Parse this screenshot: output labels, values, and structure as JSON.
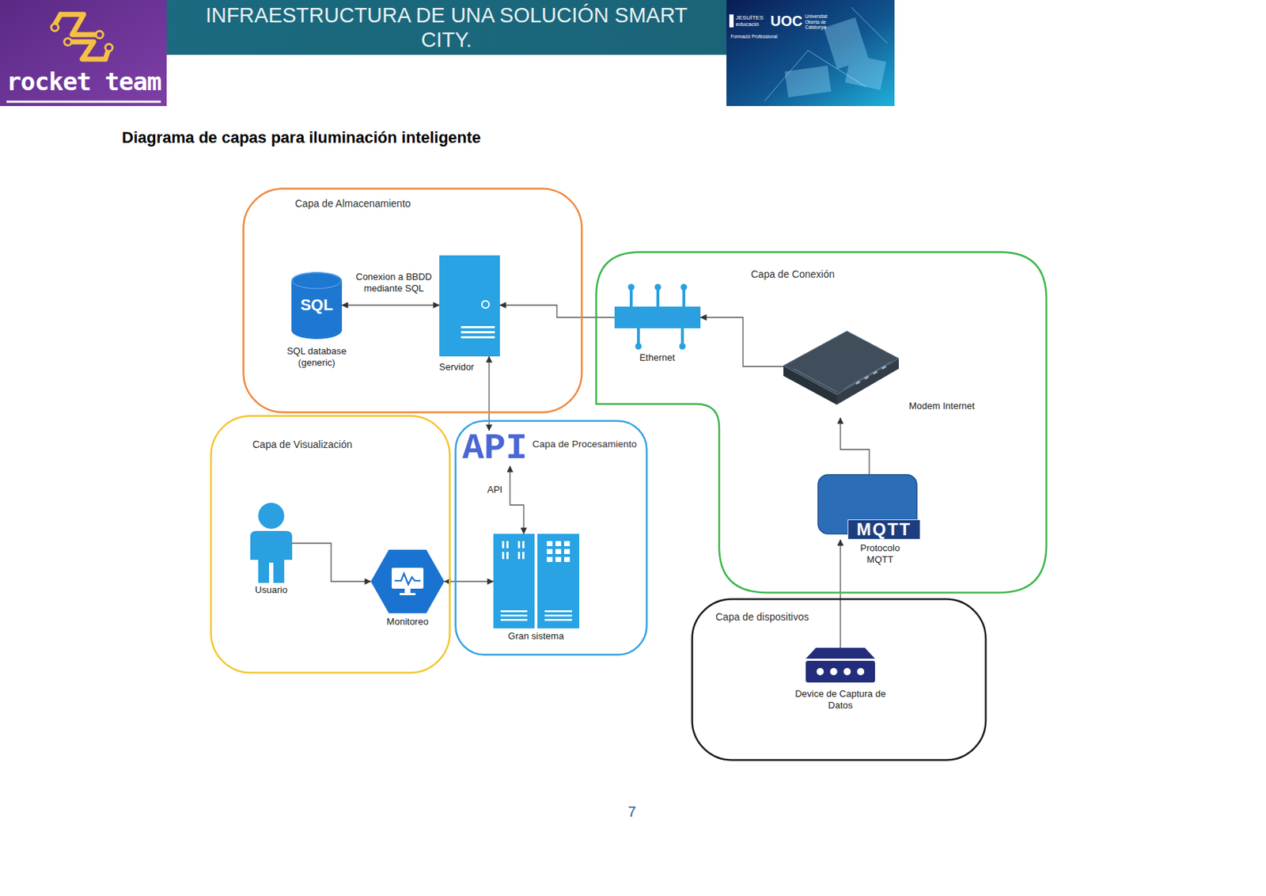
{
  "diagram": {
    "title": "Diagrama de capas para iluminación inteligente",
    "nodes": [
      {
        "text": [
          "Capa de Almacenamiento"
        ]
      },
      {
        "text": [
          "SQL",
          "SQL database (generic)"
        ],
        "in": 0
      },
      {
        "text": [
          "Servidor"
        ],
        "in": 0
      },
      {
        "text": [
          "Capa de Conexión"
        ]
      },
      {
        "text": [
          "Ethernet"
        ],
        "in": 3
      },
      {
        "text": [
          "Modem Internet"
        ],
        "in": 3
      },
      {
        "text": [
          "MQTT",
          "Protocolo MQTT"
        ],
        "in": 3
      },
      {
        "text": [
          "Capa de Visualización"
        ]
      },
      {
        "text": [
          "Usuario"
        ],
        "in": 7
      },
      {
        "text": [
          "Monitoreo"
        ],
        "in": 7
      },
      {
        "text": [
          "Capa de Procesamiento"
        ]
      },
      {
        "text": [
          "API"
        ],
        "in": 10
      },
      {
        "text": [
          "Gran sistema"
        ],
        "in": 10
      },
      {
        "text": [
          "Capa de dispositivos"
        ]
      },
      {
        "text": [
          "Device de Captura de Datos"
        ],
        "in": 13
      }
    ],
    "edges": [
      {
        "from": 1,
        "to": 2,
        "label": "Conexion a BBDD mediante SQL",
        "arrow": "both"
      },
      {
        "from": 4,
        "to": 2,
        "arrow": "to"
      },
      {
        "from": 5,
        "to": 4,
        "arrow": "to"
      },
      {
        "from": 6,
        "to": 5,
        "arrow": "to"
      },
      {
        "from": 14,
        "to": 6,
        "arrow": "to"
      },
      {
        "from": 2,
        "to": 11,
        "arrow": "both"
      },
      {
        "from": 11,
        "to": 12,
        "label": "API",
        "arrow": "both"
      },
      {
        "from": 8,
        "to": 9,
        "arrow": "to"
      },
      {
        "from": 9,
        "to": 12,
        "arrow": "both"
      }
    ],
    "labels": [
      "INFRAESTRUCTURA DE UNA SOLUCIÓN SMART CITY.",
      "rocket team",
      "JESUÏTES",
      "educació",
      "Formació Professional",
      "UOC",
      "Universitat Oberta de Catalunya",
      "7"
    ]
  }
}
